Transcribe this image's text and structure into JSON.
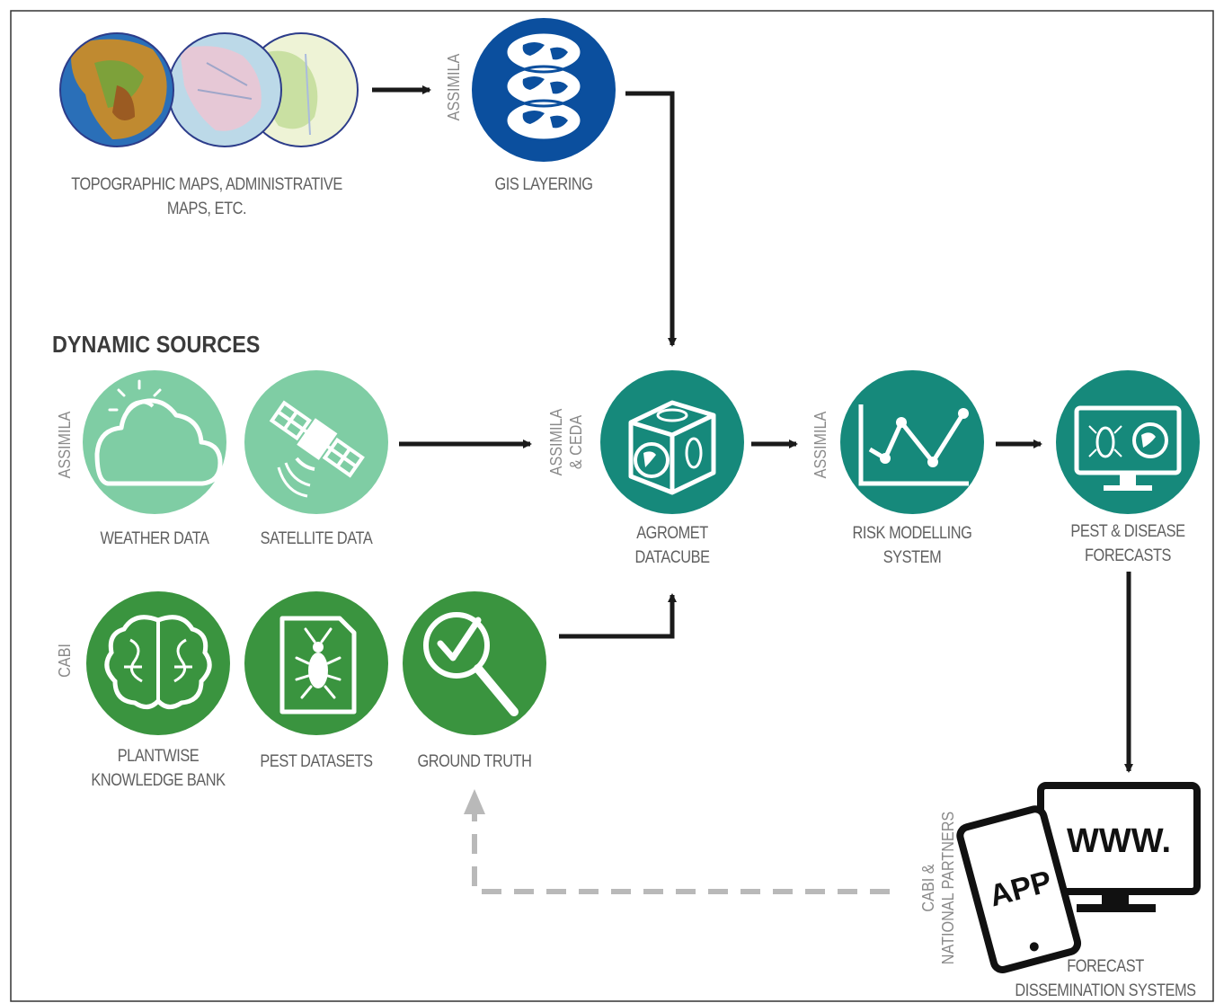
{
  "heading": "DYNAMIC SOURCES",
  "vertical_labels": {
    "assimila_gis": "ASSIMILA",
    "assimila_weather": "ASSIMILA",
    "assimila_ceda_line1": "ASSIMILA",
    "assimila_ceda_line2": "& CEDA",
    "assimila_risk": "ASSIMILA",
    "cabi": "CABI",
    "cabi_partners_line1": "CABI &",
    "cabi_partners_line2": "NATIONAL PARTNERS"
  },
  "nodes": {
    "maps": {
      "line1": "TOPOGRAPHIC MAPS, ADMINISTRATIVE",
      "line2": "MAPS, ETC."
    },
    "gis": {
      "line1": "GIS LAYERING"
    },
    "weather": {
      "line1": "WEATHER DATA"
    },
    "satellite": {
      "line1": "SATELLITE DATA"
    },
    "datacube": {
      "line1": "AGROMET",
      "line2": "DATACUBE"
    },
    "risk": {
      "line1": "RISK MODELLING",
      "line2": "SYSTEM"
    },
    "forecasts": {
      "line1": "PEST & DISEASE",
      "line2": "FORECASTS"
    },
    "plantwise": {
      "line1": "PLANTWISE",
      "line2": "KNOWLEDGE BANK"
    },
    "pest": {
      "line1": "PEST DATASETS"
    },
    "ground": {
      "line1": "GROUND TRUTH"
    },
    "dissemination": {
      "line1": "FORECAST",
      "line2": "DISSEMINATION SYSTEMS"
    }
  },
  "device_text": {
    "app": "APP",
    "www": "WWW."
  },
  "icons": {
    "maps": "globe-maps-icon",
    "gis": "gis-layers-icon",
    "weather": "cloud-sun-icon",
    "satellite": "satellite-icon",
    "datacube": "globe-cube-icon",
    "risk": "line-chart-icon",
    "forecasts": "monitor-bug-icon",
    "plantwise": "brain-icon",
    "pest": "document-bug-icon",
    "ground": "magnifier-check-icon",
    "dissemination": "phone-monitor-icon"
  },
  "colors": {
    "gis_blue": "#0b4f9e",
    "light_green": "#7fcda4",
    "teal": "#16897b",
    "dark_green": "#3a943f",
    "arrow": "#1a1a1a",
    "dashed": "#b9b9b9"
  }
}
